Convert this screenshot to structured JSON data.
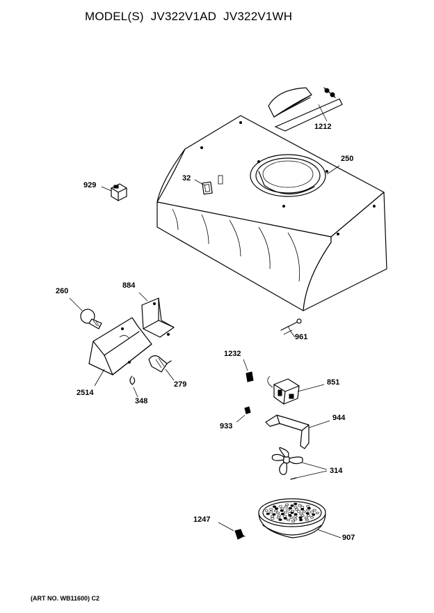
{
  "title": {
    "models_prefix": "MODEL(S)",
    "model_1": "JV322V1AD",
    "model_2": "JV322V1WH"
  },
  "footer": {
    "art_no": "(ART NO. WB11600) C2"
  },
  "parts": [
    {
      "id": "p1212",
      "number": "1212"
    },
    {
      "id": "p250",
      "number": "250"
    },
    {
      "id": "p929",
      "number": "929"
    },
    {
      "id": "p32",
      "number": "32"
    },
    {
      "id": "p260",
      "number": "260"
    },
    {
      "id": "p884",
      "number": "884"
    },
    {
      "id": "p961",
      "number": "961"
    },
    {
      "id": "p1232",
      "number": "1232"
    },
    {
      "id": "p851",
      "number": "851"
    },
    {
      "id": "p2514",
      "number": "2514"
    },
    {
      "id": "p279",
      "number": "279"
    },
    {
      "id": "p348",
      "number": "348"
    },
    {
      "id": "p933",
      "number": "933"
    },
    {
      "id": "p944",
      "number": "944"
    },
    {
      "id": "p314",
      "number": "314"
    },
    {
      "id": "p1247",
      "number": "1247"
    },
    {
      "id": "p907",
      "number": "907"
    }
  ]
}
